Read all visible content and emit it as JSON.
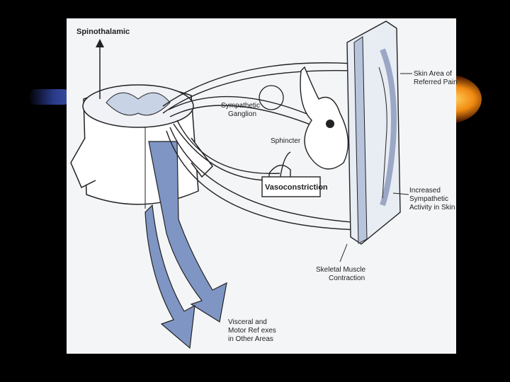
{
  "diagram": {
    "labels": {
      "spinothalamic": "Spinothalamic",
      "sympathetic_ganglion_1": "Sympathetic",
      "sympathetic_ganglion_2": "Ganglion",
      "sphincter": "Sphincter",
      "vasoconstriction": "Vasoconstriction",
      "skin_area_1": "Skin Area of",
      "skin_area_2": "Referred Pain",
      "increased_1": "Increased",
      "increased_2": "Sympathetic",
      "increased_3": "Activity in Skin",
      "skeletal_1": "Skeletal Muscle",
      "skeletal_2": "Contraction",
      "visceral_1": "Visceral and",
      "visceral_2": "Motor Ref exes",
      "visceral_3": "in Other Areas"
    },
    "colors": {
      "background": "#000000",
      "panel": "#f4f5f7",
      "accent_blue": "#7f95c4",
      "line": "#222222",
      "glow": "#f08a10"
    }
  }
}
